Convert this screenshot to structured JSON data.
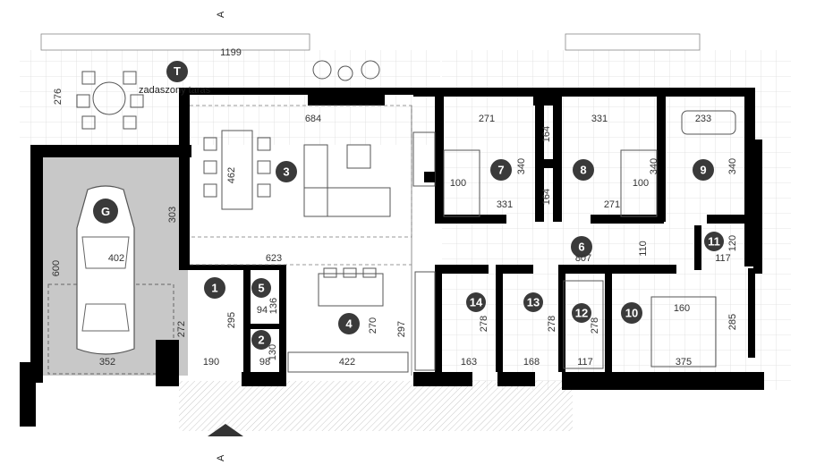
{
  "section_marks": {
    "top": "A",
    "bottom": "A"
  },
  "terrace": {
    "marker": "T",
    "label": "zadaszony taras",
    "dim_width": "1199",
    "dim_depth": "276"
  },
  "garage": {
    "marker": "G",
    "dim_depth": "600",
    "dim_width": "402",
    "dim_gate": "352",
    "dim_side": "303"
  },
  "rooms": [
    {
      "id": "1",
      "dims": [
        "295",
        "190",
        "272"
      ]
    },
    {
      "id": "2",
      "dims": [
        "98",
        "130"
      ]
    },
    {
      "id": "3",
      "dims": [
        "684",
        "462",
        "623"
      ]
    },
    {
      "id": "4",
      "dims": [
        "270",
        "422",
        "297"
      ]
    },
    {
      "id": "5",
      "dims": [
        "94",
        "136"
      ]
    },
    {
      "id": "6",
      "dims": [
        "807",
        "110"
      ]
    },
    {
      "id": "7",
      "dims": [
        "271",
        "340",
        "331",
        "100"
      ]
    },
    {
      "id": "8",
      "dims": [
        "331",
        "340",
        "271",
        "100",
        "164",
        "164"
      ]
    },
    {
      "id": "9",
      "dims": [
        "233",
        "340"
      ]
    },
    {
      "id": "10",
      "dims": [
        "160",
        "375",
        "285"
      ]
    },
    {
      "id": "11",
      "dims": [
        "120",
        "117"
      ]
    },
    {
      "id": "12",
      "dims": [
        "278",
        "117"
      ]
    },
    {
      "id": "13",
      "dims": [
        "278",
        "168"
      ]
    },
    {
      "id": "14",
      "dims": [
        "278",
        "163"
      ]
    }
  ],
  "colors": {
    "wall": "#000000",
    "garage_floor": "#c8c8c8",
    "room_marker": "#3a3a3a",
    "terrace_grid": "#e0e0e0",
    "line": "#555555"
  }
}
